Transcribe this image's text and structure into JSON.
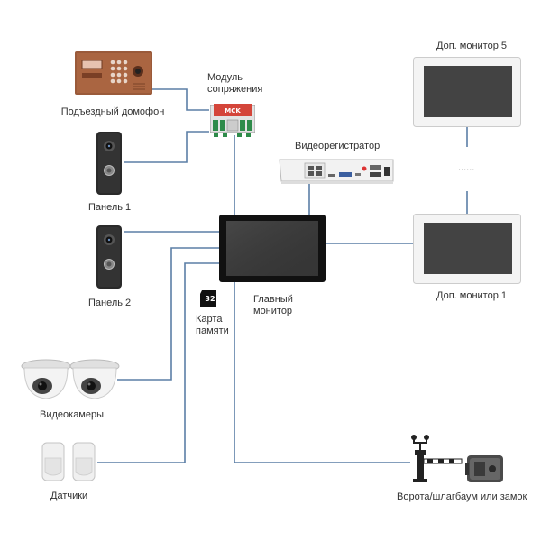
{
  "labels": {
    "doorphone": "Подъездный домофон",
    "module_line1": "Модуль",
    "module_line2": "сопряжения",
    "dvr": "Видеорегистратор",
    "panel1": "Панель 1",
    "panel2": "Панель 2",
    "main_monitor_line1": "Главный",
    "main_monitor_line2": "монитор",
    "memory_line1": "Карта",
    "memory_line2": "памяти",
    "cameras": "Видеокамеры",
    "sensors": "Датчики",
    "gate": "Ворота/шлагбаум или замок",
    "monitor5": "Доп. монитор 5",
    "monitor1": "Доп. монитор 1",
    "dots": "......",
    "module_badge": "MCK",
    "card_text": "32"
  },
  "colors": {
    "wire": "#5b7fa6",
    "doorphone": "#9a5a3a",
    "panel": "#2a2a2a",
    "screen": "#3a3a3a",
    "module": "#d4453a",
    "monitor_frame": "#f4f4f4"
  }
}
